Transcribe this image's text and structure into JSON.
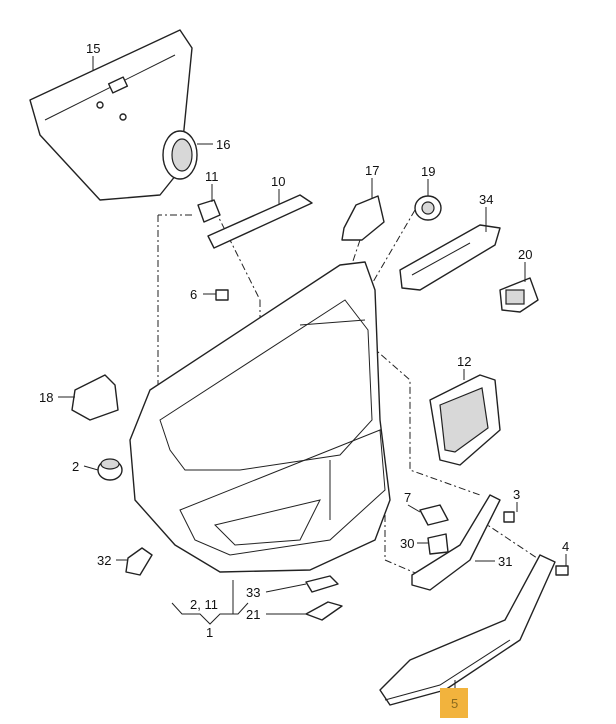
{
  "diagram": {
    "labels": {
      "l15": "15",
      "l16": "16",
      "l11": "11",
      "l10": "10",
      "l17": "17",
      "l19": "19",
      "l34": "34",
      "l20": "20",
      "l6": "6",
      "l12": "12",
      "l18": "18",
      "l2": "2",
      "l3": "3",
      "l7": "7",
      "l4": "4",
      "l30": "30",
      "l31": "31",
      "l32": "32",
      "l33": "33",
      "l21": "21",
      "l2_11": "2, 11",
      "l1": "1",
      "l5": "5"
    },
    "highlight": {
      "label": "5",
      "color": "#f2b33d"
    }
  }
}
